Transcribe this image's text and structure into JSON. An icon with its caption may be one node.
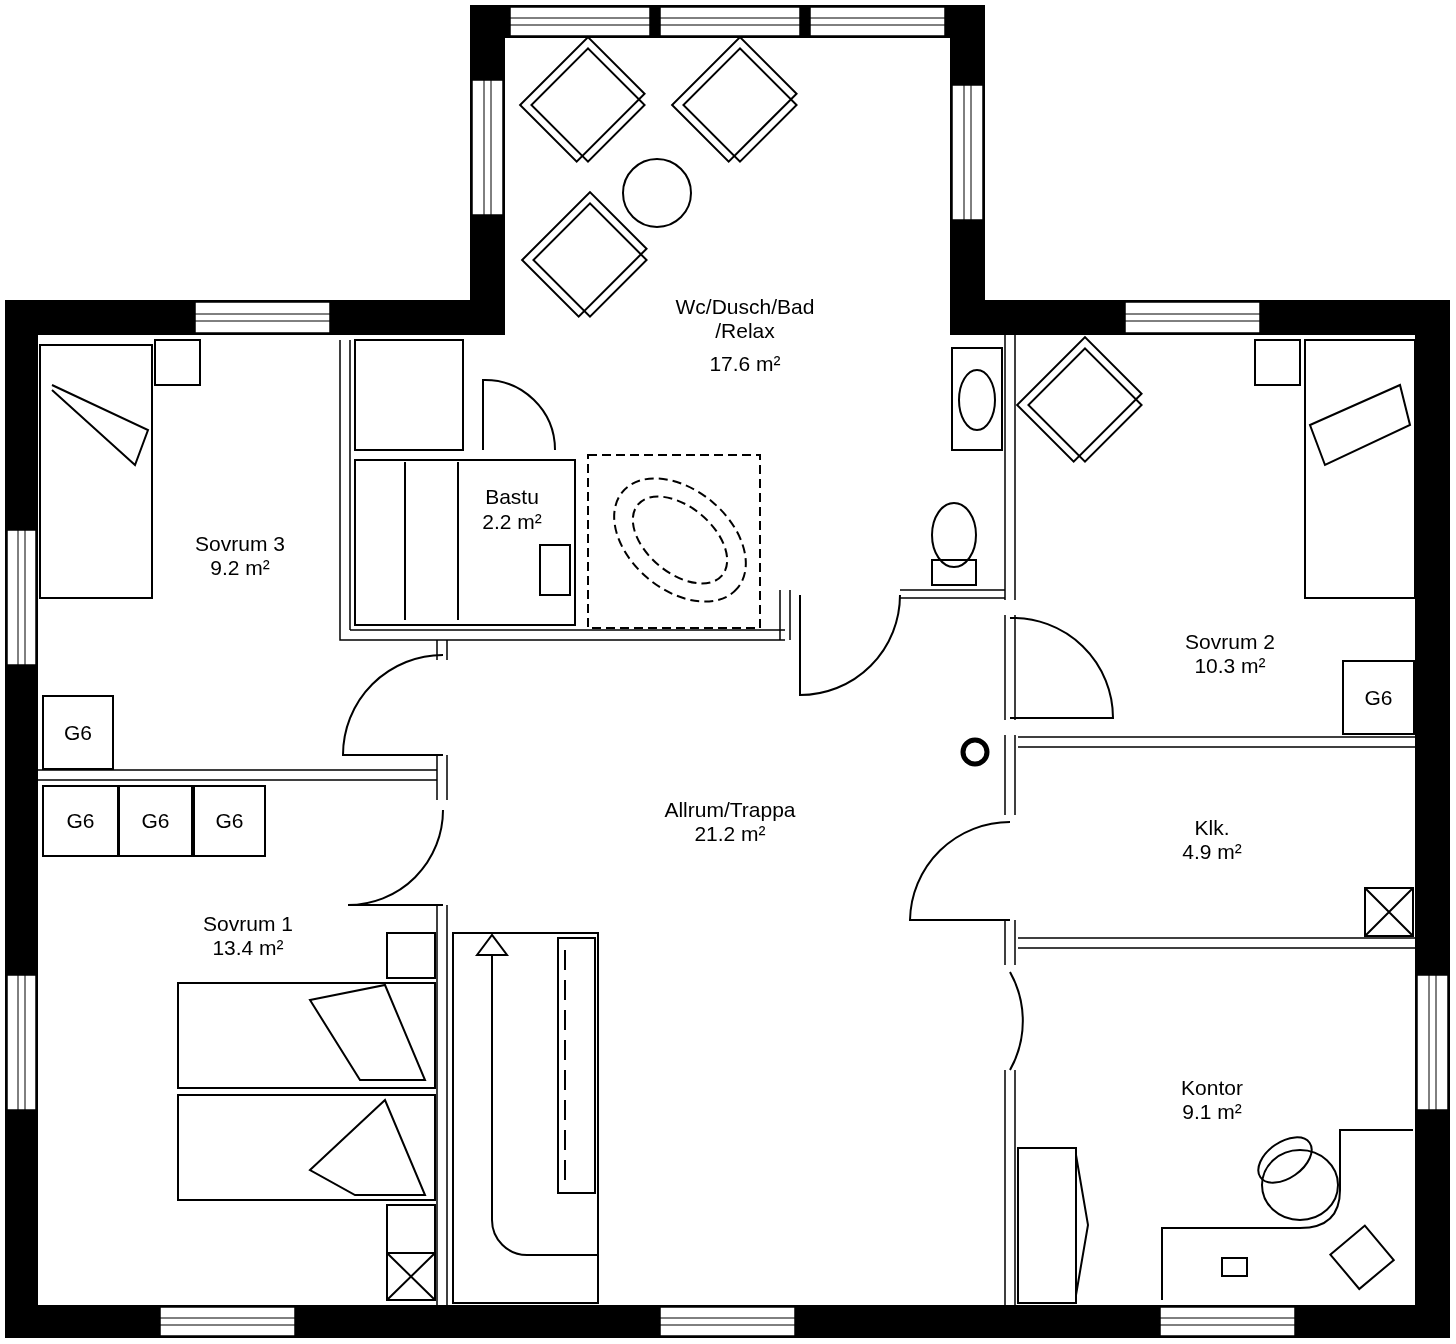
{
  "diagram": {
    "nodes": [
      {
        "text": [
          "G6"
        ]
      },
      {
        "text": [
          "G6"
        ]
      },
      {
        "text": [
          "G6"
        ]
      },
      {
        "text": [
          "G6"
        ]
      },
      {
        "text": [
          "G6"
        ]
      }
    ],
    "edges": [],
    "labels": [
      "Wc/Dusch/Bad /Relax",
      "17.6 m²",
      "Bastu",
      "2.2 m²",
      "Sovrum 3",
      "9.2 m²",
      "Sovrum 2",
      "10.3 m²",
      "Allrum/Trappa",
      "21.2 m²",
      "Klk.",
      "4.9 m²",
      "Sovrum 1",
      "13.4 m²",
      "Kontor",
      "9.1 m²"
    ]
  }
}
